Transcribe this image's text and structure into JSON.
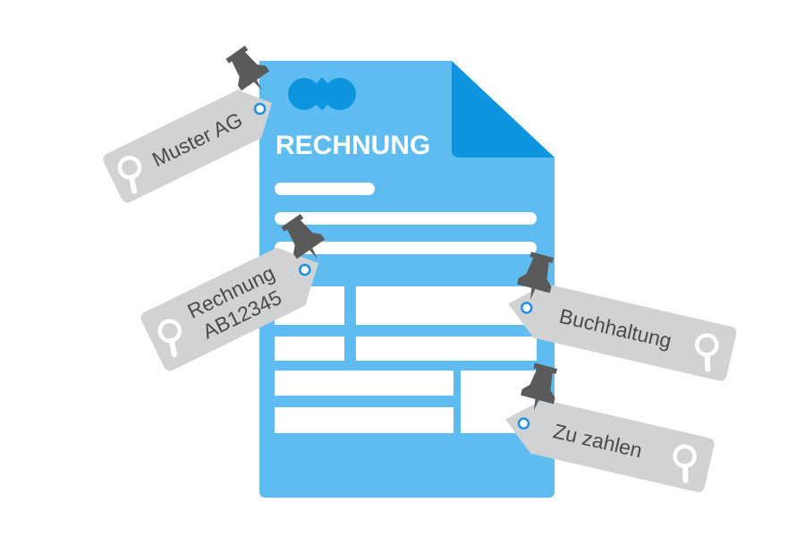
{
  "document": {
    "title": "RECHNUNG",
    "color": "#5ebcf0",
    "fold_color": "#0e95e0",
    "line_color": "#ffffff",
    "logo": "two-linked-diamonds-logo"
  },
  "tags": [
    {
      "id": "muster-ag",
      "lines": [
        "Muster AG"
      ],
      "icon": "search-icon"
    },
    {
      "id": "rechnung-nr",
      "lines": [
        "Rechnung",
        "AB12345"
      ],
      "icon": "search-icon"
    },
    {
      "id": "buchhaltung",
      "lines": [
        "Buchhaltung"
      ],
      "icon": "search-icon"
    },
    {
      "id": "zu-zahlen",
      "lines": [
        "Zu zahlen"
      ],
      "icon": "search-icon"
    }
  ],
  "colors": {
    "tag_fill": "#d0d2d4",
    "tag_text": "#4a4a4a",
    "pin": "#5a5a5a",
    "icon": "#ffffff"
  }
}
